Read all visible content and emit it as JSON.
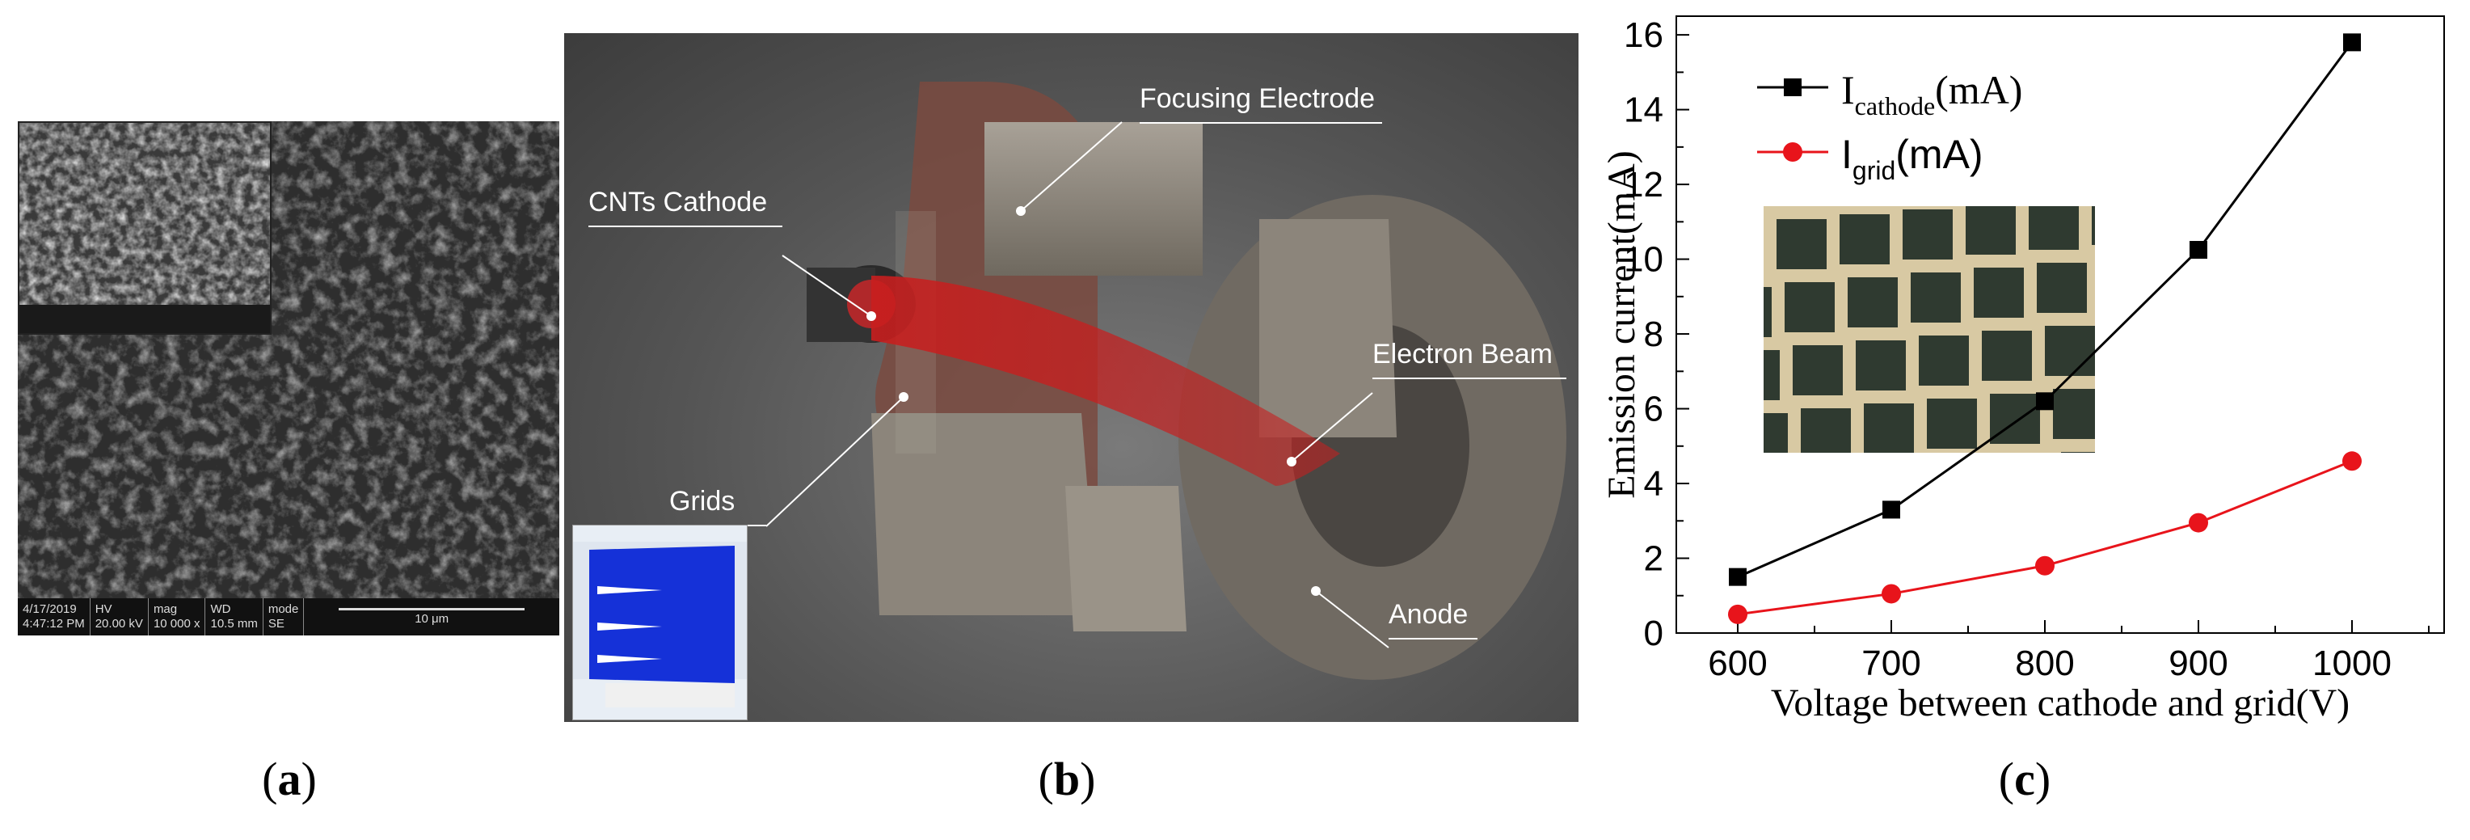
{
  "panel_a": {
    "caption": "a",
    "sem_info": {
      "date": [
        "4/17/2019",
        "4:47:12 PM"
      ],
      "hv": [
        "HV",
        "20.00 kV"
      ],
      "mag": [
        "mag",
        "10 000 x"
      ],
      "wd": [
        "WD",
        "10.5 mm"
      ],
      "mode": [
        "mode",
        "SE"
      ],
      "scale": "10 μm"
    }
  },
  "panel_b": {
    "caption": "b",
    "labels": {
      "focusing": "Focusing Electrode",
      "cathode": "CNTs Cathode",
      "beam": "Electron Beam",
      "grids": "Grids",
      "anode": "Anode"
    },
    "colors": {
      "beam": "#c81e1e",
      "metal": "#8c857b"
    }
  },
  "panel_c": {
    "caption": "c",
    "legend": [
      {
        "main": "I",
        "sub": "cathode",
        "unit": "(mA)"
      },
      {
        "main": "I",
        "sub": "grid",
        "unit": "(mA)"
      }
    ]
  },
  "chart_data": {
    "type": "line",
    "xlabel": "Voltage between cathode and grid(V)",
    "ylabel": "Emission current(mA)",
    "xlim": [
      560,
      1060
    ],
    "ylim": [
      0,
      16.5
    ],
    "xticks": [
      600,
      700,
      800,
      900,
      1000
    ],
    "yticks": [
      0,
      2,
      4,
      6,
      8,
      10,
      12,
      14,
      16
    ],
    "x": [
      600,
      700,
      800,
      900,
      1000
    ],
    "series": [
      {
        "name": "I_cathode(mA)",
        "values": [
          1.5,
          3.3,
          6.2,
          10.25,
          15.8
        ],
        "color": "#000000",
        "marker": "square"
      },
      {
        "name": "I_grid(mA)",
        "values": [
          0.5,
          1.05,
          1.8,
          2.95,
          4.6
        ],
        "color": "#e8141b",
        "marker": "circle"
      }
    ],
    "legend": "top-left"
  }
}
